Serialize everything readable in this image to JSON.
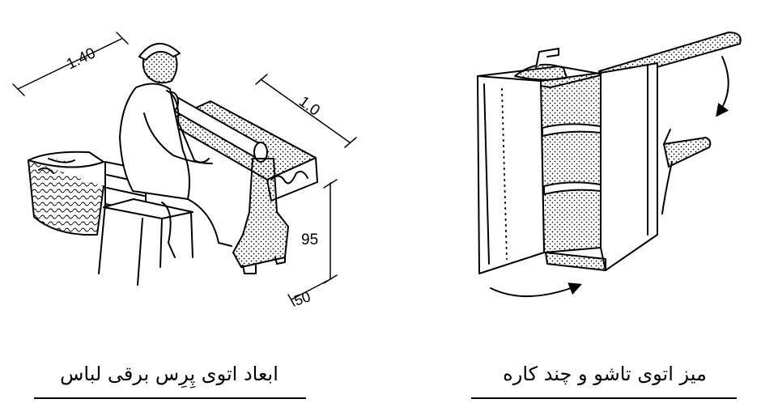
{
  "left_figure": {
    "caption": "ابعاد اتوی پِرِس برقی لباس",
    "dim_length": "1.40",
    "dim_width": "1.0",
    "dim_height": "95",
    "dim_depth": "50"
  },
  "right_figure": {
    "caption": "میز اتوی تاشو و چند کاره"
  },
  "colors": {
    "ink": "#000000",
    "paper": "#ffffff"
  }
}
